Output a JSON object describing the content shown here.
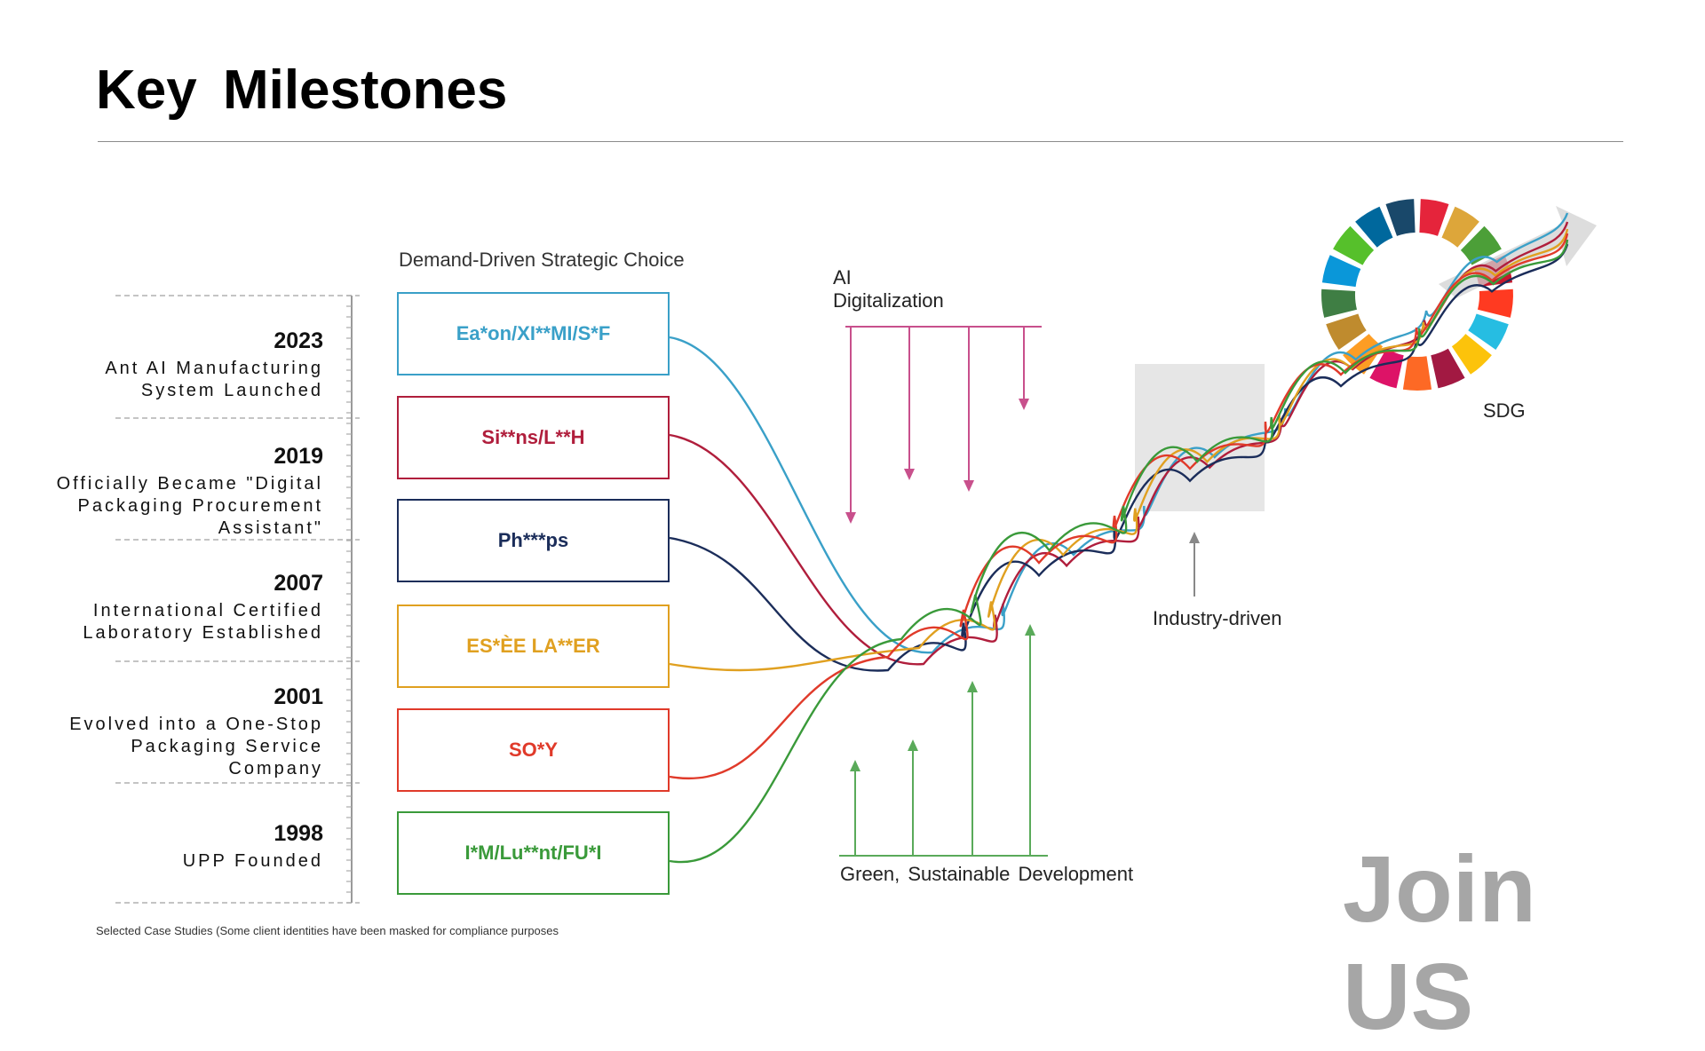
{
  "page": {
    "title": "Key Milestones"
  },
  "milestones": [
    {
      "year": "2023",
      "description": "Ant AI Manufacturing System Launched"
    },
    {
      "year": "2019",
      "description": "Officially Became \"Digital Packaging Procurement Assistant\""
    },
    {
      "year": "2007",
      "description": "International Certified Laboratory Established"
    },
    {
      "year": "2001",
      "description": "Evolved into a One-Stop Packaging Service Company"
    },
    {
      "year": "1998",
      "description": "UPP Founded"
    }
  ],
  "clients": {
    "heading": "Demand-Driven Strategic Choice",
    "items": [
      {
        "name": "Ea*on/XI**MI/S*F",
        "color": "#3aa0c8"
      },
      {
        "name": "Si**ns/L**H",
        "color": "#b01e3c"
      },
      {
        "name": "Ph***ps",
        "color": "#1b2d5a"
      },
      {
        "name": "ES*ÈE  LA**ER",
        "color": "#e0a020"
      },
      {
        "name": "SO*Y",
        "color": "#e03a2a"
      },
      {
        "name": "I*M/Lu**nt/FU*I",
        "color": "#3a9a3a"
      }
    ]
  },
  "diagram": {
    "ai_label": "AI\nDigitalization",
    "industry_label": "Industry-driven",
    "green_label": "Green, Sustainable Development",
    "sdg_label": "SDG",
    "arrow_color_pink": "#c8508c",
    "arrow_color_green": "#5aaa5a"
  },
  "sdg_colors": [
    "#e5243b",
    "#dda63a",
    "#4c9f38",
    "#c5192d",
    "#ff3a21",
    "#26bde2",
    "#fcc30b",
    "#a21942",
    "#fd6925",
    "#dd1367",
    "#fd9d24",
    "#bf8b2e",
    "#3f7e44",
    "#0a97d9",
    "#56c02b",
    "#00689d",
    "#19486a"
  ],
  "join_us": "Join US",
  "footnote": "Selected Case Studies (Some client identities have been masked for compliance purposes"
}
